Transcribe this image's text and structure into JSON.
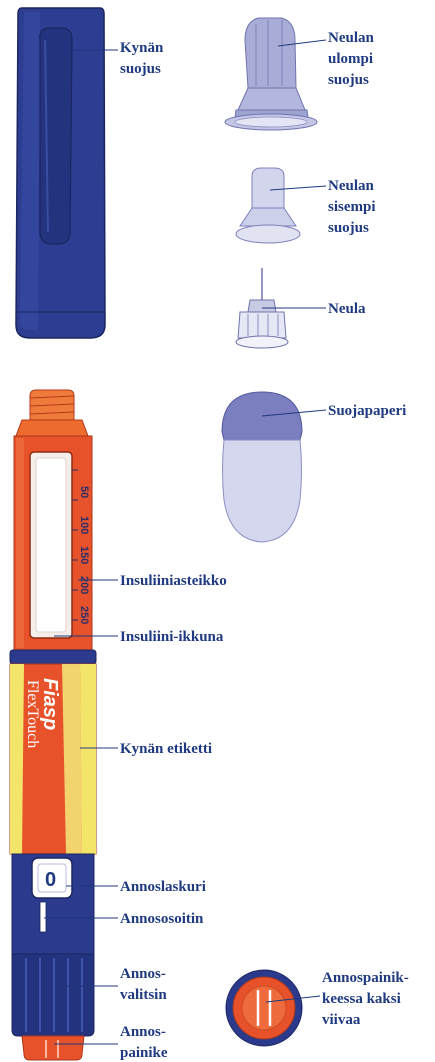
{
  "colors": {
    "label": "#1f3a80",
    "navy": "#2b3a8c",
    "orange": "#e8522a",
    "yellow": "#f2e56a",
    "lavender": "#c9cbe4"
  },
  "labels": {
    "pen_cap": [
      "Kynän",
      "suojus"
    ],
    "outer_needle_cap": [
      "Neulan",
      "ulompi",
      "suojus"
    ],
    "inner_needle_cap": [
      "Neulan",
      "sisempi",
      "suojus"
    ],
    "needle": [
      "Neula"
    ],
    "paper_tab": [
      "Suojapaperi"
    ],
    "insulin_scale": [
      "Insuliiniasteikko"
    ],
    "insulin_window": [
      "Insuliini-ikkuna"
    ],
    "pen_label": [
      "Kynän etiketti"
    ],
    "dose_counter": [
      "Annoslaskuri"
    ],
    "dose_pointer": [
      "Annososoitin"
    ],
    "dose_selector": [
      "Annos-",
      "valitsin"
    ],
    "dose_button": [
      "Annos-",
      "painike"
    ],
    "two_lines": [
      "Annospainik-",
      "keessa kaksi",
      "viivaa"
    ]
  },
  "pen_label_text": {
    "brand": "Fiasp",
    "product": "FlexTouch"
  },
  "insulin_scale_marks": [
    "50",
    "100",
    "150",
    "200",
    "250"
  ],
  "dose_counter_value": "0"
}
